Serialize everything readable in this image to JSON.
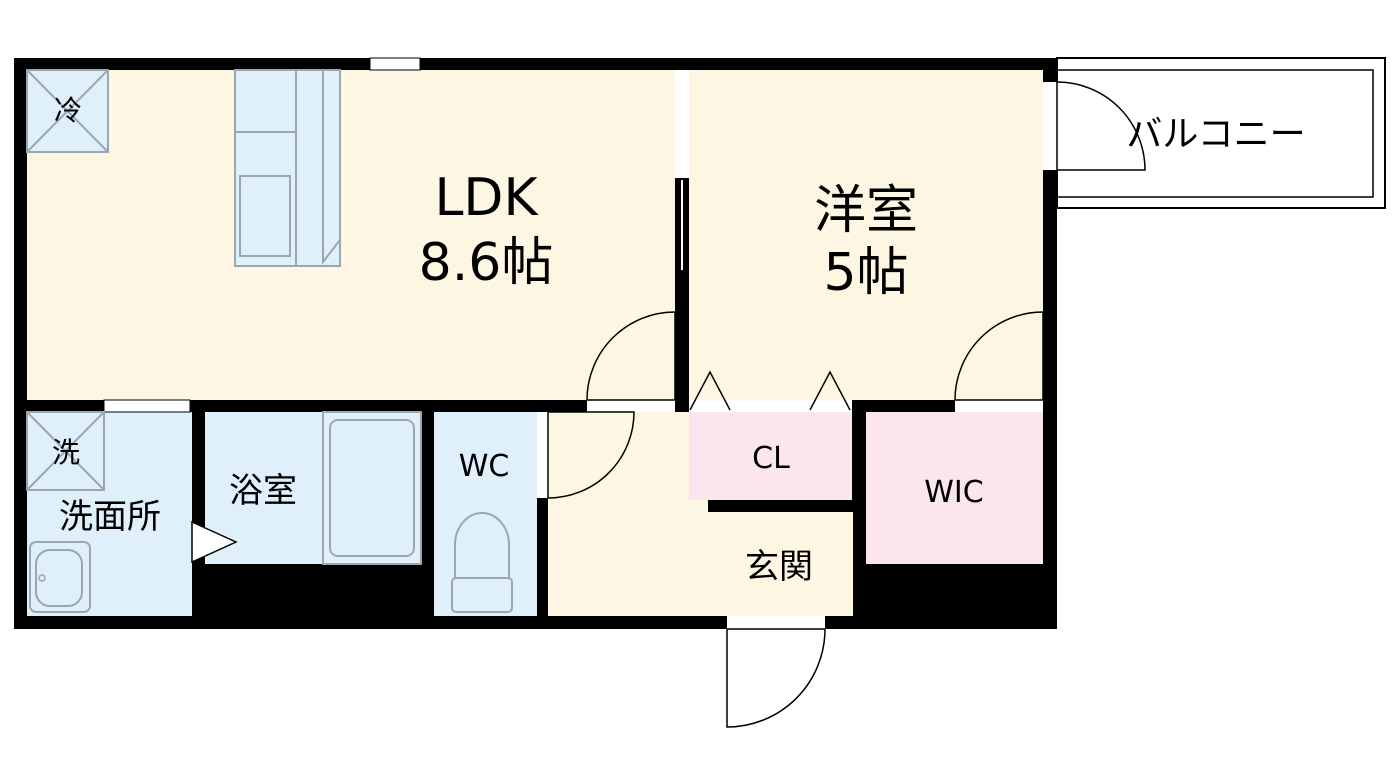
{
  "rooms": {
    "ldk": {
      "name": "LDK",
      "size": "8.6帖"
    },
    "bedroom": {
      "name": "洋室",
      "size": "5帖"
    },
    "balcony": {
      "name": "バルコニー"
    },
    "closet": {
      "name": "CL"
    },
    "walk_in_closet": {
      "name": "WIC"
    },
    "entrance": {
      "name": "玄関"
    },
    "toilet": {
      "name": "WC"
    },
    "bathroom": {
      "name": "浴室"
    },
    "washroom": {
      "name": "洗面所"
    }
  },
  "fixtures": {
    "refrigerator": "冷",
    "washing_machine": "洗"
  },
  "colors": {
    "living_floor": "#fdf6e3",
    "wet_area": "#dff0fb",
    "closet": "#fbe6f0",
    "wall": "#000000",
    "fixture_stroke": "#9aa7b3"
  }
}
